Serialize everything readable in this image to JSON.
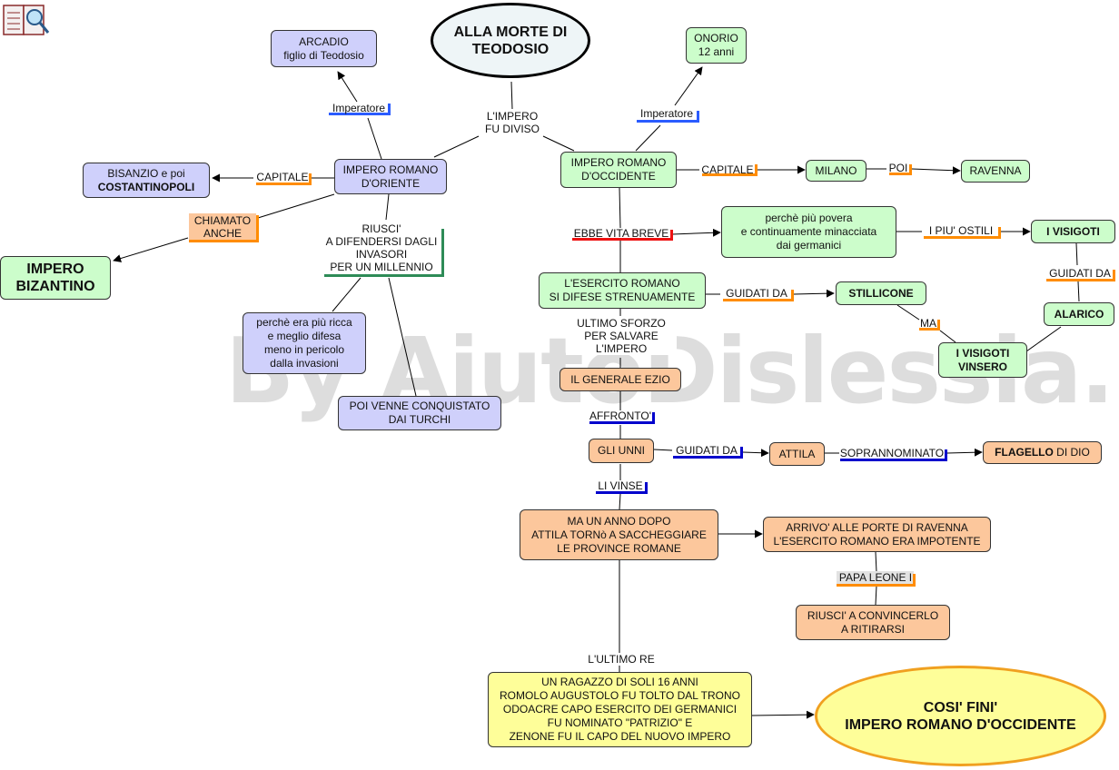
{
  "title": "ALLA MORTE DI\nTEODOSIO",
  "watermark": "By AiutoDislessia.net",
  "colors": {
    "blue_node": "#cfd0fb",
    "green_node": "#ccfdcb",
    "orange_node": "#fcc79c",
    "yellow_node": "#fefe99",
    "link_blue": "#2b5cff",
    "link_orange": "#ff8c00",
    "link_red": "#ee1111",
    "link_green": "#2e8b57",
    "link_navy": "#0000cc"
  },
  "links": {
    "impero_diviso": "L'IMPERO\nFU DIVISO",
    "imperatore_est": "Imperatore",
    "imperatore_ovest": "Imperatore",
    "capitale_est": "CAPITALE",
    "chiamato_anche": "CHIAMATO\nANCHE",
    "riusci_difendersi": "RIUSCI'\nA DIFENDERSI DAGLI\nINVASORI\nPER UN MILLENNIO",
    "capitale_ovest": "CAPITALE",
    "poi": "POI",
    "vita_breve": "EBBE VITA BREVE",
    "piu_ostili": "I PIU' OSTILI",
    "guidati_da_1": "GUIDATI DA",
    "guidati_da_2": "GUIDATI DA",
    "ma": "MA",
    "ultimo_sforzo": "ULTIMO SFORZO\nPER SALVARE\nL'IMPERO",
    "affronto": "AFFRONTO'",
    "guidati_da_3": "GUIDATI DA",
    "soprannominato": "SOPRANNOMINATO",
    "li_vinse": "LI VINSE",
    "papa_leone": "PAPA LEONE I",
    "ultimo_re": "L'ULTIMO RE"
  },
  "nodes": {
    "arcadio": "ARCADIO\nfiglio di Teodosio",
    "onorio": "ONORIO\n12 anni",
    "oriente": "IMPERO ROMANO\nD'ORIENTE",
    "occidente": "IMPERO ROMANO\nD'OCCIDENTE",
    "bisanzio_1": "BISANZIO e poi",
    "bisanzio_2": "COSTANTINOPOLI",
    "bizantino": "IMPERO\nBIZANTINO",
    "milano": "MILANO",
    "ravenna": "RAVENNA",
    "piu_povera": "perchè più povera\ne continuamente minacciata\ndai germanici",
    "visigoti": "I VISIGOTI",
    "alarico": "ALARICO",
    "esercito": "L'ESERCITO ROMANO\nSI DIFESE STRENUAMENTE",
    "stillicone": "STILLICONE",
    "visigoti_vinsero": "I VISIGOTI\nVINSERO",
    "piu_ricca": "perchè era più ricca\ne meglio difesa\nmeno in pericolo\ndalla invasioni",
    "turchi": "POI VENNE CONQUISTATO\nDAI TURCHI",
    "ezio": "IL GENERALE EZIO",
    "unni": "GLI UNNI",
    "attila": "ATTILA",
    "flagello_1": "FLAGELLO",
    "flagello_2": " DI DIO",
    "saccheggiare": "MA UN ANNO DOPO\nATTILA TORNò A SACCHEGGIARE\nLE PROVINCE ROMANE",
    "porte_ravenna": "ARRIVO' ALLE PORTE DI RAVENNA\nL'ESERCITO ROMANO ERA IMPOTENTE",
    "convincerlo": "RIUSCI' A CONVINCERLO\nA RITIRARSI",
    "ragazzo": "UN RAGAZZO DI SOLI 16 ANNI\nROMOLO AUGUSTOLO FU TOLTO DAL TRONO\nODOACRE CAPO ESERCITO DEI GERMANICI\nFU NOMINATO \"PATRIZIO\" E\nZENONE FU IL CAPO DEL NUOVO IMPERO",
    "cosi_fini": "COSI' FINI'\nIMPERO ROMANO D'OCCIDENTE"
  }
}
